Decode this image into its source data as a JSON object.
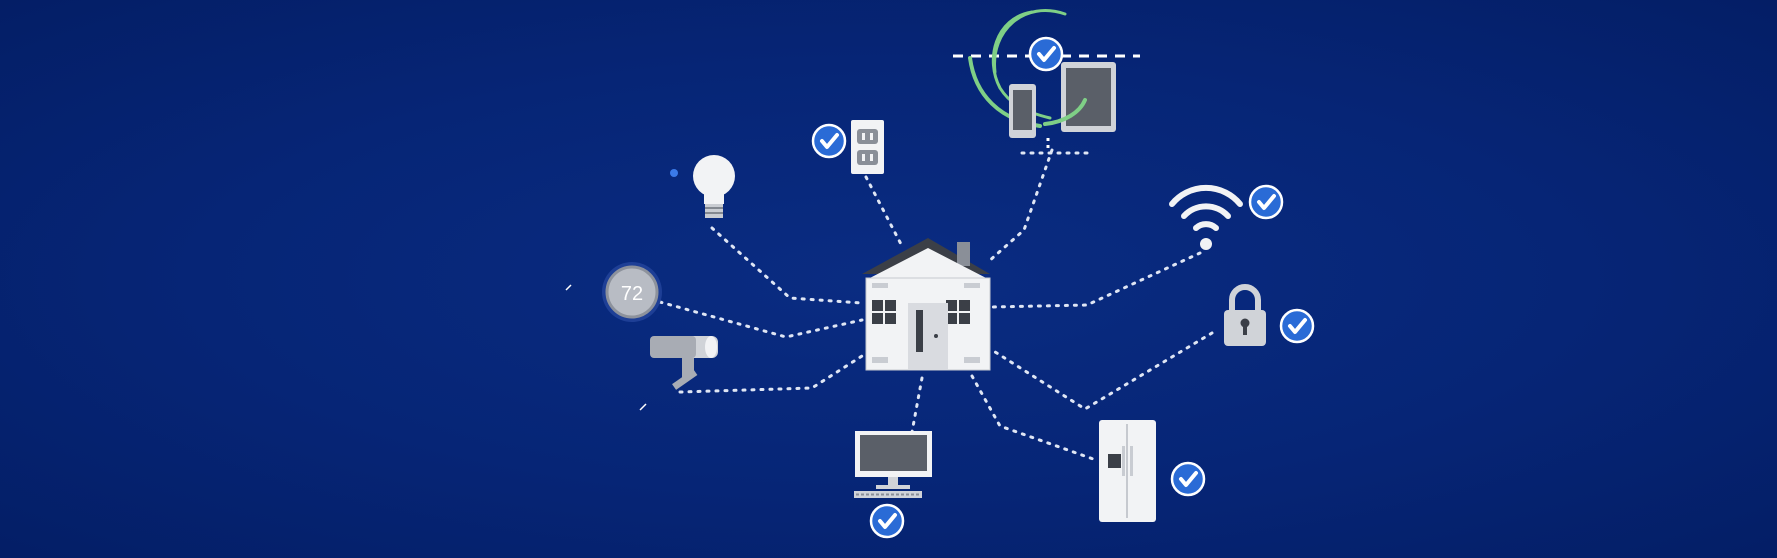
{
  "scene": {
    "background_color": "#062576",
    "accent_green": "#7fcf86",
    "check_color": "#2a6bd6"
  },
  "thermostat": {
    "reading": "72"
  },
  "devices": [
    {
      "name": "smart-home-hub",
      "icon": "house-icon"
    },
    {
      "name": "light-bulb",
      "icon": "light-bulb-icon"
    },
    {
      "name": "power-outlet",
      "icon": "outlet-icon"
    },
    {
      "name": "mobile-devices",
      "icon": "phone-tablet-icon"
    },
    {
      "name": "wifi",
      "icon": "wifi-icon"
    },
    {
      "name": "thermostat",
      "icon": "thermostat-icon"
    },
    {
      "name": "security-camera",
      "icon": "camera-icon"
    },
    {
      "name": "smart-lock",
      "icon": "padlock-icon"
    },
    {
      "name": "computer",
      "icon": "desktop-monitor-icon"
    },
    {
      "name": "refrigerator",
      "icon": "fridge-icon"
    }
  ]
}
